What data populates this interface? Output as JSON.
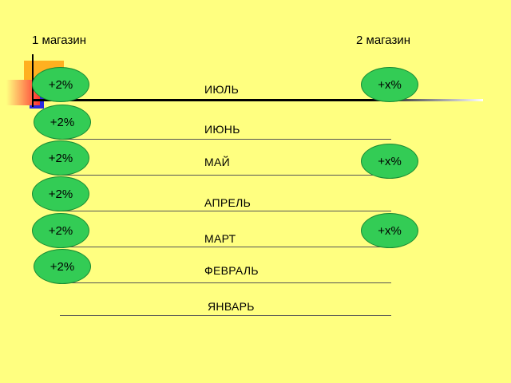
{
  "headers": {
    "store1": "1 магазин",
    "store2": "2 магазин"
  },
  "months": [
    "ИЮЛЬ",
    "ИЮНЬ",
    "МАЙ",
    "АПРЕЛЬ",
    "МАРТ",
    "ФЕВРАЛЬ",
    "ЯНВАРЬ"
  ],
  "store1_badges": [
    "+2%",
    "+2%",
    "+2%",
    "+2%",
    "+2%",
    "+2%"
  ],
  "store2_badges": [
    "+x%",
    "+x%",
    "+x%"
  ],
  "colors": {
    "background": "#FFFF80",
    "badge_fill": "#33CC55",
    "badge_border": "#1A8A33"
  }
}
